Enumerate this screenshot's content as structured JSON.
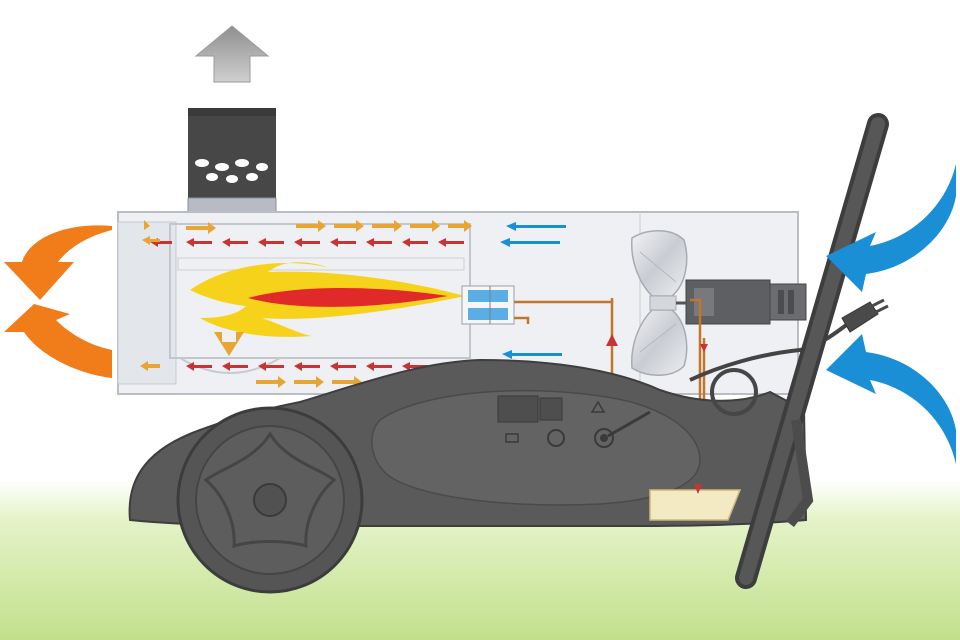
{
  "diagram": {
    "components": [
      {
        "id": "exhaust-chimney",
        "icon": "chimney-icon"
      },
      {
        "id": "combustion-chamber",
        "icon": "flame-icon"
      },
      {
        "id": "burner-head",
        "icon": "nozzle-icon"
      },
      {
        "id": "fan",
        "icon": "fan-icon"
      },
      {
        "id": "motor",
        "icon": "motor-icon"
      },
      {
        "id": "fuel-tank",
        "icon": "tank-icon"
      },
      {
        "id": "wheel",
        "icon": "wheel-icon"
      },
      {
        "id": "handle",
        "icon": "handle-icon"
      },
      {
        "id": "power-plug",
        "icon": "plug-icon"
      }
    ],
    "colors": {
      "hot_air": "#f07d1a",
      "cold_air": "#1b8fd6",
      "exhaust": "#aaaaaa",
      "flame_outer": "#f7d21b",
      "flame_core": "#e02a2a",
      "inner_hot": "#c83333",
      "inner_warm": "#e8a534",
      "fuel_line": "#c4742b",
      "body": "#5a5a5a",
      "casing": "#eef0f3",
      "ground": "#c9e79a"
    }
  }
}
